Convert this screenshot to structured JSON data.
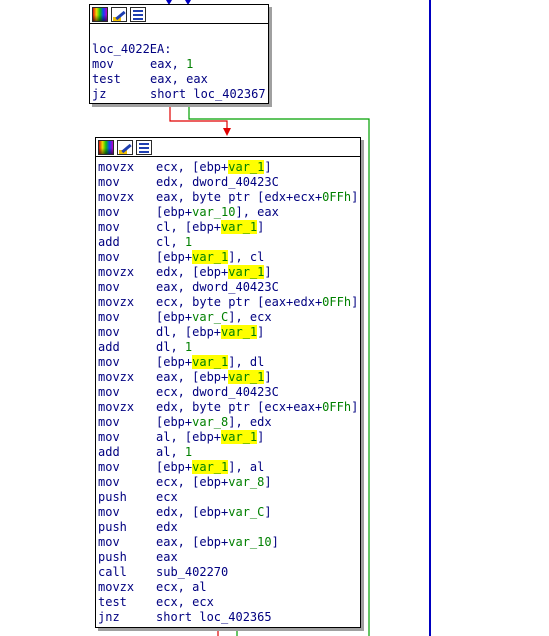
{
  "colors": {
    "edge_green": "#00a000",
    "edge_red": "#e00000",
    "edge_blue": "#0000c0",
    "text": "#000080",
    "number": "#008000",
    "highlight": "#ffff00"
  },
  "toolbar_icons": [
    "palette-icon",
    "rename-icon",
    "graph-list-icon"
  ],
  "block1": {
    "lines": [
      {
        "label": ""
      },
      {
        "label": "loc_4022EA:"
      },
      {
        "m": "mov",
        "ops": [
          {
            "t": "eax, "
          },
          {
            "t": "1",
            "c": "num"
          }
        ]
      },
      {
        "m": "test",
        "ops": [
          {
            "t": "eax, eax"
          }
        ]
      },
      {
        "m": "jz",
        "ops": [
          {
            "t": "short loc_402367"
          }
        ]
      }
    ]
  },
  "block2": {
    "lines": [
      {
        "m": "movzx",
        "ops": [
          {
            "t": "ecx, [ebp+"
          },
          {
            "t": "var_1",
            "c": "hl"
          },
          {
            "t": "]"
          }
        ]
      },
      {
        "m": "mov",
        "ops": [
          {
            "t": "edx, dword_40423C"
          }
        ]
      },
      {
        "m": "movzx",
        "ops": [
          {
            "t": "eax, byte ptr [edx+ecx+"
          },
          {
            "t": "0FFh",
            "c": "num"
          },
          {
            "t": "]"
          }
        ]
      },
      {
        "m": "mov",
        "ops": [
          {
            "t": "[ebp+"
          },
          {
            "t": "var_10",
            "c": "name"
          },
          {
            "t": "], eax"
          }
        ]
      },
      {
        "m": "mov",
        "ops": [
          {
            "t": "cl, [ebp+"
          },
          {
            "t": "var_1",
            "c": "hl"
          },
          {
            "t": "]"
          }
        ]
      },
      {
        "m": "add",
        "ops": [
          {
            "t": "cl, "
          },
          {
            "t": "1",
            "c": "num"
          }
        ]
      },
      {
        "m": "mov",
        "ops": [
          {
            "t": "[ebp+"
          },
          {
            "t": "var_1",
            "c": "hl"
          },
          {
            "t": "], cl"
          }
        ]
      },
      {
        "m": "movzx",
        "ops": [
          {
            "t": "edx, [ebp+"
          },
          {
            "t": "var_1",
            "c": "hl"
          },
          {
            "t": "]"
          }
        ]
      },
      {
        "m": "mov",
        "ops": [
          {
            "t": "eax, dword_40423C"
          }
        ]
      },
      {
        "m": "movzx",
        "ops": [
          {
            "t": "ecx, byte ptr [eax+edx+"
          },
          {
            "t": "0FFh",
            "c": "num"
          },
          {
            "t": "]"
          }
        ]
      },
      {
        "m": "mov",
        "ops": [
          {
            "t": "[ebp+"
          },
          {
            "t": "var_C",
            "c": "name"
          },
          {
            "t": "], ecx"
          }
        ]
      },
      {
        "m": "mov",
        "ops": [
          {
            "t": "dl, [ebp+"
          },
          {
            "t": "var_1",
            "c": "hl"
          },
          {
            "t": "]"
          }
        ]
      },
      {
        "m": "add",
        "ops": [
          {
            "t": "dl, "
          },
          {
            "t": "1",
            "c": "num"
          }
        ]
      },
      {
        "m": "mov",
        "ops": [
          {
            "t": "[ebp+"
          },
          {
            "t": "var_1",
            "c": "hl"
          },
          {
            "t": "], dl"
          }
        ]
      },
      {
        "m": "movzx",
        "ops": [
          {
            "t": "eax, [ebp+"
          },
          {
            "t": "var_1",
            "c": "hl"
          },
          {
            "t": "]"
          }
        ]
      },
      {
        "m": "mov",
        "ops": [
          {
            "t": "ecx, dword_40423C"
          }
        ]
      },
      {
        "m": "movzx",
        "ops": [
          {
            "t": "edx, byte ptr [ecx+eax+"
          },
          {
            "t": "0FFh",
            "c": "num"
          },
          {
            "t": "]"
          }
        ]
      },
      {
        "m": "mov",
        "ops": [
          {
            "t": "[ebp+"
          },
          {
            "t": "var_8",
            "c": "name"
          },
          {
            "t": "], edx"
          }
        ]
      },
      {
        "m": "mov",
        "ops": [
          {
            "t": "al, [ebp+"
          },
          {
            "t": "var_1",
            "c": "hl"
          },
          {
            "t": "]"
          }
        ]
      },
      {
        "m": "add",
        "ops": [
          {
            "t": "al, "
          },
          {
            "t": "1",
            "c": "num"
          }
        ]
      },
      {
        "m": "mov",
        "ops": [
          {
            "t": "[ebp+"
          },
          {
            "t": "var_1",
            "c": "hl"
          },
          {
            "t": "], al"
          }
        ]
      },
      {
        "m": "mov",
        "ops": [
          {
            "t": "ecx, [ebp+"
          },
          {
            "t": "var_8",
            "c": "name"
          },
          {
            "t": "]"
          }
        ]
      },
      {
        "m": "push",
        "ops": [
          {
            "t": "ecx"
          }
        ]
      },
      {
        "m": "mov",
        "ops": [
          {
            "t": "edx, [ebp+"
          },
          {
            "t": "var_C",
            "c": "name"
          },
          {
            "t": "]"
          }
        ]
      },
      {
        "m": "push",
        "ops": [
          {
            "t": "edx"
          }
        ]
      },
      {
        "m": "mov",
        "ops": [
          {
            "t": "eax, [ebp+"
          },
          {
            "t": "var_10",
            "c": "name"
          },
          {
            "t": "]"
          }
        ]
      },
      {
        "m": "push",
        "ops": [
          {
            "t": "eax"
          }
        ]
      },
      {
        "m": "call",
        "ops": [
          {
            "t": "sub_402270"
          }
        ]
      },
      {
        "m": "movzx",
        "ops": [
          {
            "t": "ecx, al"
          }
        ]
      },
      {
        "m": "test",
        "ops": [
          {
            "t": "ecx, ecx"
          }
        ]
      },
      {
        "m": "jnz",
        "ops": [
          {
            "t": "short loc_402365"
          }
        ]
      }
    ]
  }
}
